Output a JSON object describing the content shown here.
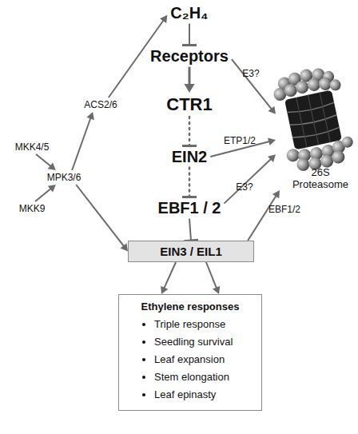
{
  "diagram": {
    "nodes": [
      {
        "text": [
          "C₂H₄"
        ]
      },
      {
        "text": [
          "Receptors"
        ]
      },
      {
        "text": [
          "CTR1"
        ]
      },
      {
        "text": [
          "EIN2"
        ]
      },
      {
        "text": [
          "EBF1 / 2"
        ]
      },
      {
        "text": [
          "EIN3 / EIL1"
        ]
      },
      {
        "text": [
          "Ethylene responses",
          "Triple response",
          "Seedling survival",
          "Leaf expansion",
          "Stem elongation",
          "Leaf epinasty"
        ]
      },
      {
        "text": [
          "MKK4/5"
        ]
      },
      {
        "text": [
          "MKK9"
        ]
      },
      {
        "text": [
          "MPK3/6"
        ]
      },
      {
        "text": [
          "ACS2/6"
        ]
      },
      {
        "text": [
          "26S Proteasome"
        ]
      }
    ],
    "edges": [
      {
        "from": 0,
        "to": 1,
        "arrow": "to"
      },
      {
        "from": 1,
        "to": 2,
        "arrow": "to"
      },
      {
        "from": 2,
        "to": 3,
        "arrow": "to"
      },
      {
        "from": 3,
        "to": 4,
        "arrow": "to"
      },
      {
        "from": 4,
        "to": 5,
        "arrow": "to"
      },
      {
        "from": 5,
        "to": 6,
        "arrow": "to"
      },
      {
        "from": 5,
        "to": 6,
        "arrow": "to"
      },
      {
        "from": 1,
        "to": 11,
        "label": "E3?",
        "arrow": "to"
      },
      {
        "from": 3,
        "to": 11,
        "label": "ETP1/2",
        "arrow": "to"
      },
      {
        "from": 4,
        "to": 11,
        "label": "E3?",
        "arrow": "to"
      },
      {
        "from": 5,
        "to": 11,
        "label": "EBF1/2",
        "arrow": "to"
      },
      {
        "from": 7,
        "to": 9,
        "arrow": "to"
      },
      {
        "from": 8,
        "to": 9,
        "arrow": "to"
      },
      {
        "from": 9,
        "to": 10,
        "arrow": "to"
      },
      {
        "from": 10,
        "to": 0,
        "arrow": "to"
      },
      {
        "from": 9,
        "to": 5,
        "arrow": "to"
      }
    ]
  }
}
